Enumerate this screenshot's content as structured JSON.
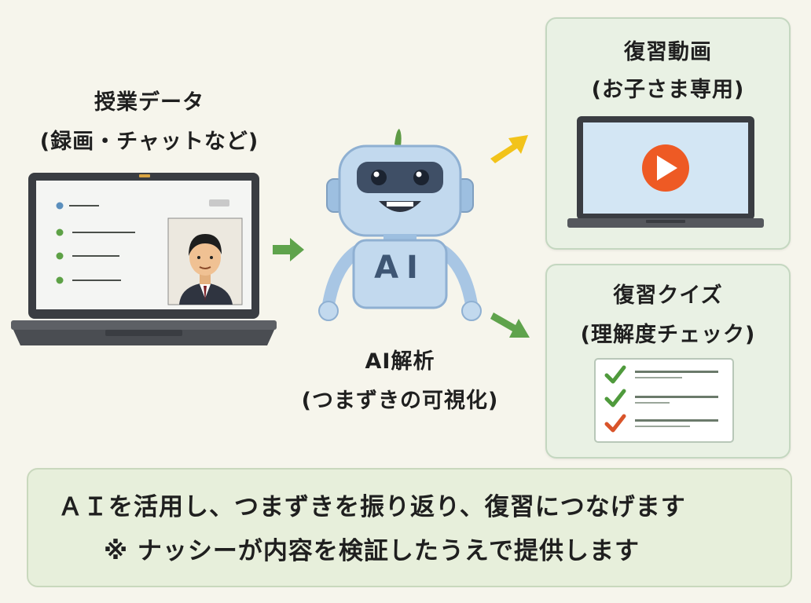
{
  "lesson_data": {
    "title": "授業データ",
    "subtitle": "(録画・チャットなど)"
  },
  "ai_analysis": {
    "robot_chest": "AI",
    "title": "AI解析",
    "subtitle": "(つまずきの可視化)"
  },
  "review_video": {
    "title": "復習動画",
    "subtitle": "(お子さま専用)"
  },
  "review_quiz": {
    "title": "復習クイズ",
    "subtitle": "(理解度チェック)"
  },
  "footer": {
    "line1": "ＡＩを活用し、つまずきを振り返り、復習につなげます",
    "line2": "※ ナッシーが内容を検証したうえで提供します"
  },
  "icons": {
    "play": "play-icon",
    "check": "check-icon",
    "arrow": "arrow-right-icon"
  },
  "colors": {
    "arrow_green": "#5fa34c",
    "arrow_yellow": "#f2c31a",
    "play_orange": "#ee5a24",
    "robot_blue": "#b9d2ea",
    "check_green": "#4f9a3c",
    "check_orange": "#d9542a"
  }
}
